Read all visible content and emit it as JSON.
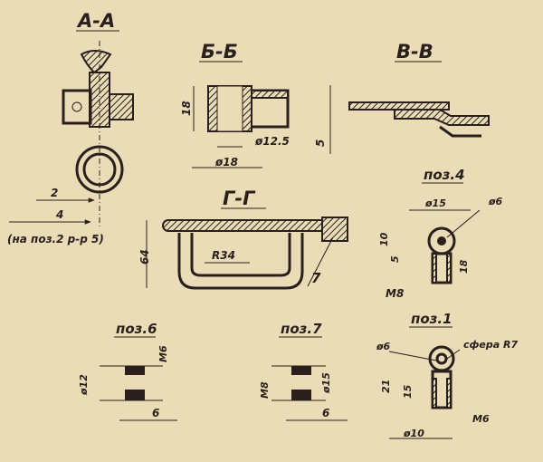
{
  "sections": {
    "aa": {
      "title": "А-А",
      "dim_2": "2",
      "dim_4": "4",
      "note": "(на поз.2 р-р 5)"
    },
    "bb": {
      "title": "Б-Б",
      "dim_18": "18",
      "dim_d125": "ø12.5",
      "dim_d18": "ø18"
    },
    "vv": {
      "title": "В-В",
      "dim_5": "5"
    },
    "gg": {
      "title": "Г-Г",
      "dim_64": "64",
      "dim_r34": "R34",
      "leader_7": "7"
    }
  },
  "parts": {
    "p4": {
      "title": "поз.4",
      "dim_d15": "ø15",
      "dim_d6": "ø6",
      "dim_10": "10",
      "dim_5": "5",
      "dim_18": "18",
      "dim_m8": "М8"
    },
    "p1": {
      "title": "поз.1",
      "dim_d6": "ø6",
      "sphere": "сфера R7",
      "dim_21": "21",
      "dim_15": "15",
      "dim_m6": "М6",
      "dim_d10": "ø10"
    },
    "p6": {
      "title": "поз.6",
      "dim_d12": "ø12",
      "dim_m6": "М6",
      "dim_6": "6"
    },
    "p7": {
      "title": "поз.7",
      "dim_m8": "М8",
      "dim_d15": "ø15",
      "dim_6": "6"
    }
  }
}
